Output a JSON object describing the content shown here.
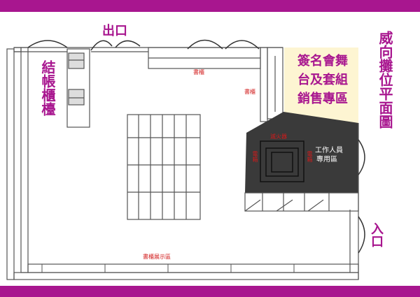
{
  "title_vertical": "威向攤位平面圖",
  "labels": {
    "exit": "出口",
    "entrance": "入口",
    "checkout": "結帳櫃檯",
    "bookshelf_top": "書櫃",
    "bookshelf_side": "書櫃",
    "bookshelf_display": "書櫃展示區",
    "signing_area": [
      "簽名會舞",
      "台及套組",
      "銷售專區"
    ],
    "extinguisher": "滅火器",
    "electric_box_left": "電箱",
    "electric_box_right": "電箱",
    "staff_area": [
      "工作人員",
      "專用區"
    ]
  },
  "colors": {
    "accent": "#a8168f",
    "label_red": "#d11a1a",
    "staff_area": "#3a3a3a",
    "signing_area_bg": "#fdf5d2"
  }
}
